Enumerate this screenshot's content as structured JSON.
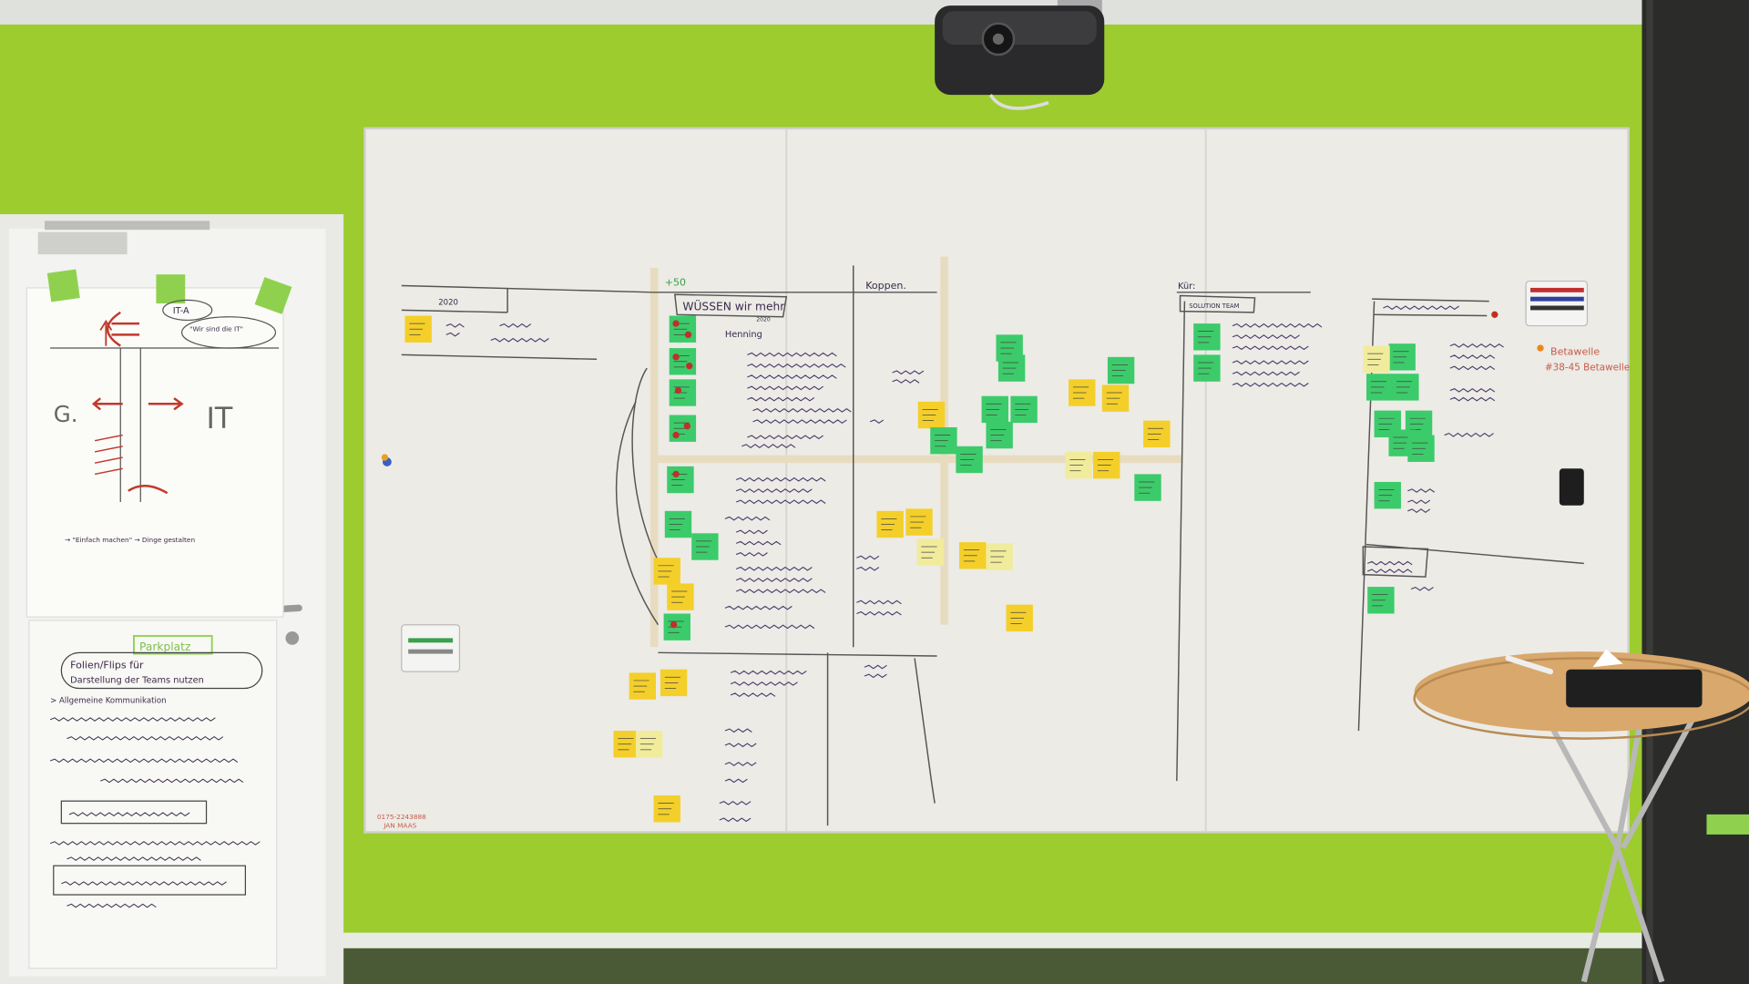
{
  "colors": {
    "wall": "#9ccc2e",
    "whiteboard": "#ecebe6",
    "sticky_yellow": "#f4cf2a",
    "sticky_green": "#3ccb6a",
    "sticky_light": "#f1ec9c",
    "table_top": "#d9a86c",
    "curtain": "#2b2b2a",
    "marker": "#3a2a4a",
    "marker_red": "#c0392b"
  },
  "whiteboard": {
    "left_header": "2020",
    "center_count": "+50",
    "center_header": "WÜSSEN wir mehr",
    "center_subheader": "2020",
    "center_note": "Henning",
    "kappa_header": "Koppen.",
    "kuer_label": "Kür:",
    "solution_box": "SOLUTION TEAM",
    "betawelle_line1": "Betawelle",
    "betawelle_line2": "#38-45 Betawelle",
    "contact_phone": "0175-2243888",
    "contact_name": "JAN MAAS"
  },
  "flipchart_top": {
    "bubble": "IT-A",
    "quote": "\"Wir sind die IT\"",
    "left_letter": "G.",
    "right_letters": "IT",
    "bullet1": "→ \"Einfach machen\" → Dinge gestalten"
  },
  "flipchart_bottom": {
    "parking_label": "Parkplatz",
    "item1_line1": "Folien/Flips für",
    "item1_line2": "Darstellung der Teams nutzen",
    "item2": "> Allgemeine Kommunikation"
  },
  "icons": [
    "projector-icon",
    "eraser-icon",
    "marker-holder-icon",
    "magnet-icon"
  ]
}
